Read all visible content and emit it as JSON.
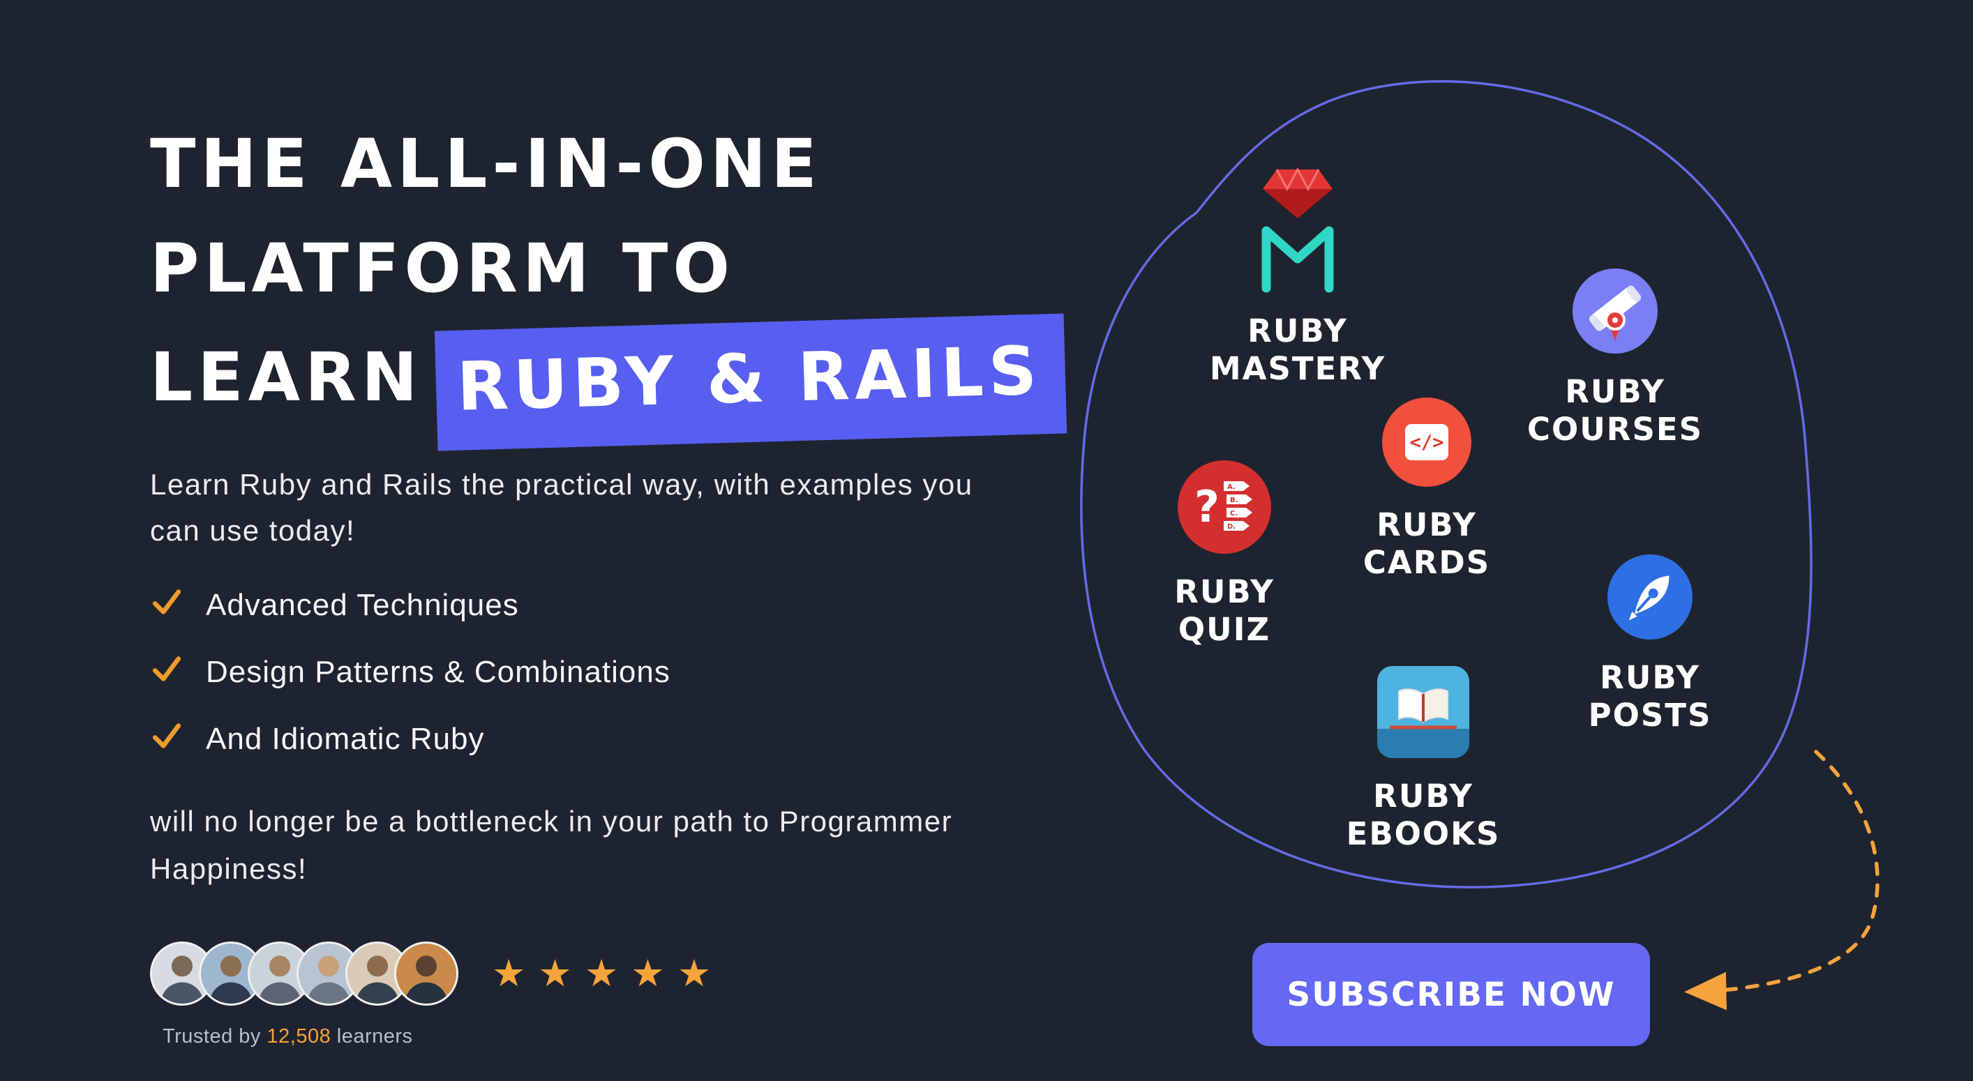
{
  "theme": {
    "background": "#1e242f",
    "accent": "#6366f1",
    "highlight": "#575ef0",
    "orange": "#f5a33c"
  },
  "hero": {
    "title": {
      "line1": "THE ALL-IN-ONE",
      "line2": "PLATFORM TO",
      "line3_prefix": "LEARN",
      "line3_highlight": "RUBY & RAILS"
    },
    "subtitle": "Learn Ruby and Rails the practical way, with examples you can use today!",
    "checklist": [
      "Advanced Techniques",
      "Design Patterns & Combinations",
      "And Idiomatic Ruby"
    ],
    "closing": "will no longer be a bottleneck in your path to Programmer Happiness!",
    "social_proof": {
      "star_glyph": "★",
      "stars": 5,
      "avatar_count": 6,
      "trusted_prefix": "Trusted by",
      "trusted_count": "12,508",
      "trusted_suffix": "learners"
    }
  },
  "products": [
    {
      "id": "ruby-mastery",
      "lines": [
        "RUBY",
        "MASTERY"
      ],
      "icon": "gem-map-icon",
      "icon_color": "#2fd8c5"
    },
    {
      "id": "ruby-courses",
      "lines": [
        "RUBY",
        "COURSES"
      ],
      "icon": "certificate-icon",
      "icon_color": "#7b7ff4"
    },
    {
      "id": "ruby-cards",
      "lines": [
        "RUBY",
        "CARDS"
      ],
      "icon": "code-card-icon",
      "icon_color": "#f0503c"
    },
    {
      "id": "ruby-quiz",
      "lines": [
        "RUBY",
        "QUIZ"
      ],
      "icon": "quiz-list-icon",
      "icon_color": "#d32f2f"
    },
    {
      "id": "ruby-posts",
      "lines": [
        "RUBY",
        "POSTS"
      ],
      "icon": "pen-nib-icon",
      "icon_color": "#2f6fe4"
    },
    {
      "id": "ruby-ebooks",
      "lines": [
        "RUBY",
        "EBOOKS"
      ],
      "icon": "ebook-tablet-icon",
      "icon_color": "#4fb3e0"
    }
  ],
  "cta": {
    "label": "SUBSCRIBE NOW"
  }
}
